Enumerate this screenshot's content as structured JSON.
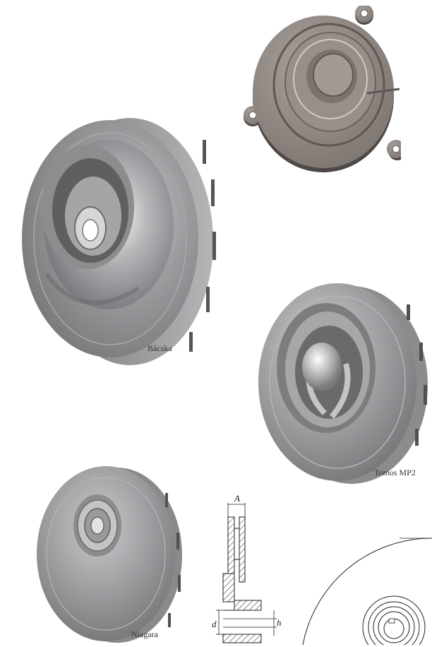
{
  "labels": {
    "backska": "Bácska",
    "tomos": "Tomos MP2",
    "niagara": "Niagara"
  },
  "drawing": {
    "dim_A": "A",
    "dim_d": "d",
    "dim_h": "h"
  },
  "colors": {
    "metal_dark": "#6f6f71",
    "metal_mid": "#9a9a9c",
    "metal_light": "#d8d8da",
    "plate": "#8f8782"
  }
}
